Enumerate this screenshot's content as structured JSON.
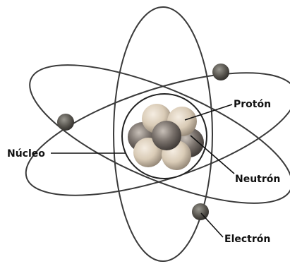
{
  "labels": {
    "proton": "Protón",
    "nucleus": "Núcleo",
    "neutron": "Neutrón",
    "electron": "Electrón"
  },
  "colors": {
    "orbit": "#3a3a3a",
    "nucleus_ring": "#222222",
    "particle_light": "#e8dccb",
    "particle_dark": "#5a5450",
    "electron": "#4a4a44"
  }
}
